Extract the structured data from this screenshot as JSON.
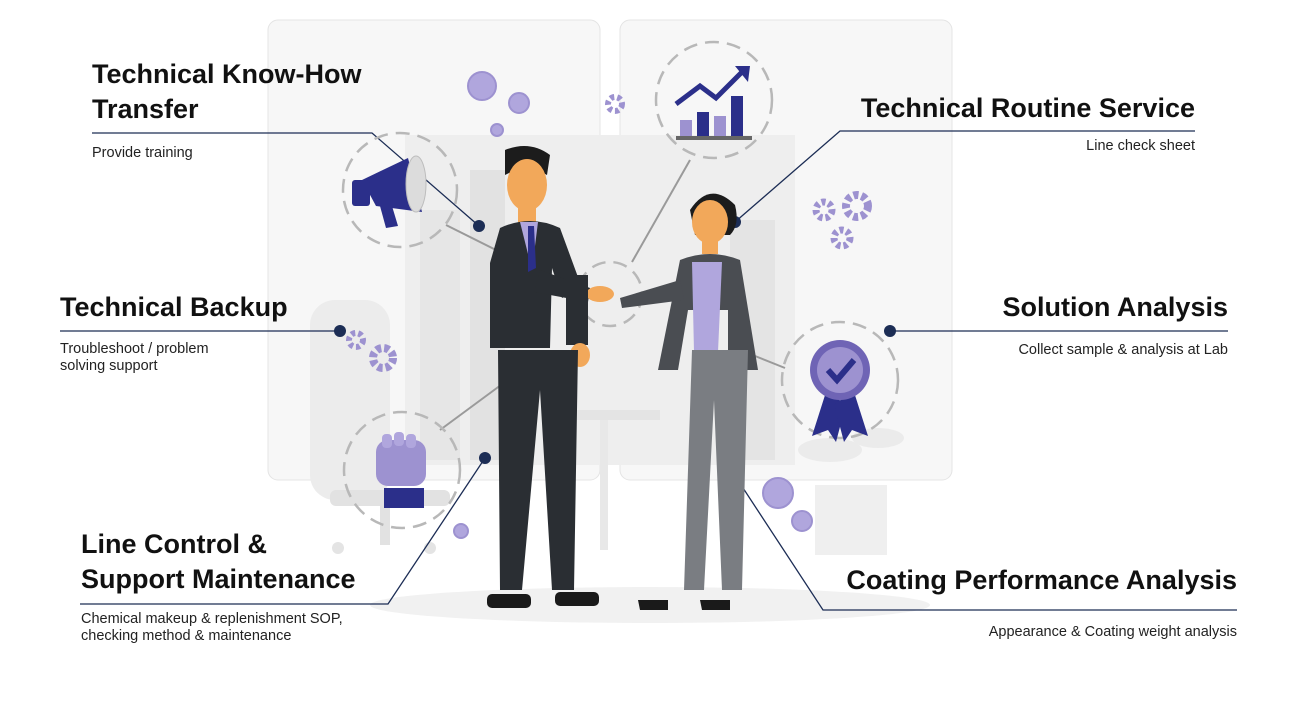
{
  "services": {
    "know_how": {
      "title_line1": "Technical Know-How",
      "title_line2": "Transfer",
      "desc": "Provide training"
    },
    "routine": {
      "title": "Technical Routine Service",
      "desc": "Line check sheet"
    },
    "backup": {
      "title": "Technical Backup",
      "desc_line1": "Troubleshoot / problem",
      "desc_line2": "solving support"
    },
    "solution": {
      "title": "Solution Analysis",
      "desc": "Collect sample & analysis at Lab"
    },
    "line_control": {
      "title_line1": "Line Control &",
      "title_line2": "Support Maintenance",
      "desc_line1": "Chemical makeup & replenishment SOP,",
      "desc_line2": "checking method & maintenance"
    },
    "coating": {
      "title": "Coating Performance Analysis",
      "desc": "Appearance & Coating weight analysis"
    }
  },
  "colors": {
    "accent": "#9d92d0",
    "accent_dark": "#2b2f8a",
    "line": "#1c2d55",
    "suit": "#2a2e33",
    "grey": "#e9e9e9"
  },
  "icons": [
    "megaphone-icon",
    "bar-chart-icon",
    "gear-icon",
    "handshake-icon",
    "medal-check-icon",
    "fist-icon",
    "coin-icon"
  ]
}
